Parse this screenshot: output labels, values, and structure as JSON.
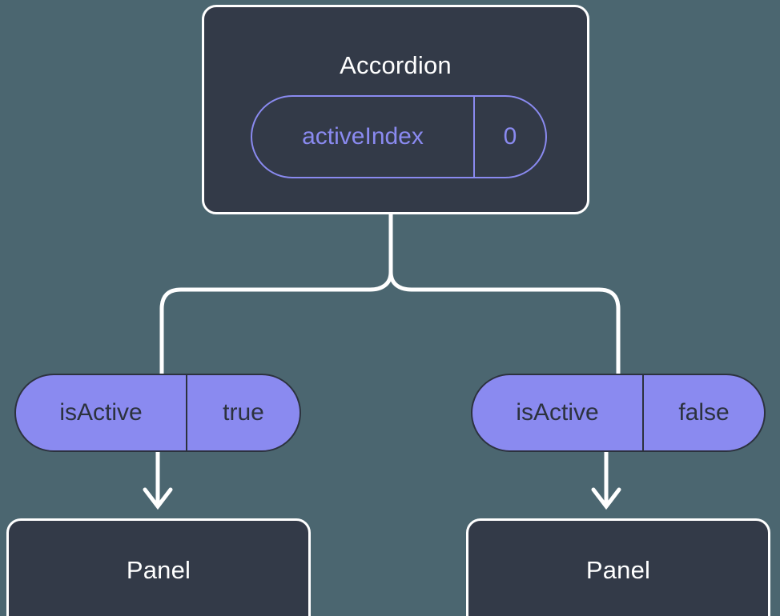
{
  "diagram": {
    "title_hidden": "",
    "background_color": "#4b6670",
    "node_fill_color": "#333a48",
    "node_stroke_color": "#ffffff",
    "accent_color": "#8a8af0",
    "pill_text_color": "#2c323e",
    "root": {
      "label": "Accordion",
      "state": {
        "key": "activeIndex",
        "value": "0"
      }
    },
    "branches": [
      {
        "prop": {
          "key": "isActive",
          "value": "true"
        },
        "child": {
          "label": "Panel"
        }
      },
      {
        "prop": {
          "key": "isActive",
          "value": "false"
        },
        "child": {
          "label": "Panel"
        }
      }
    ]
  }
}
